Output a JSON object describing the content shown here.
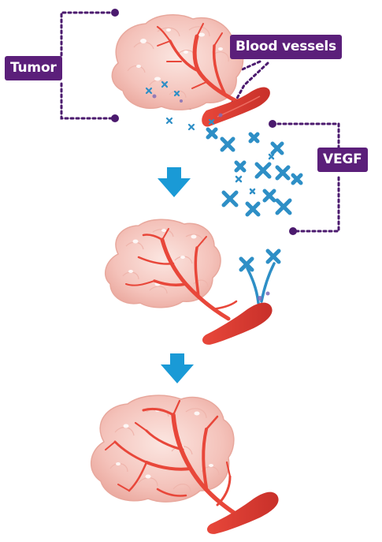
{
  "labels": {
    "tumor": "Tumor",
    "blood_vessels": "Blood vessels",
    "vegf": "VEGF"
  },
  "colors": {
    "label_background": "#5b1f7a",
    "label_text": "#ffffff",
    "leader_dots": "#4b1a6e",
    "tumor_fill": "#f6c9c2",
    "tumor_lobe": "#fbe4df",
    "vessel": "#e8473a",
    "vessel_dark": "#c8302a",
    "vegf": "#2e8fc6",
    "arrow": "#1a9ad6"
  },
  "stages": [
    {
      "name": "stage-1",
      "description_icon": "tumor-with-vessels-and-vegf"
    },
    {
      "name": "stage-2",
      "description_icon": "tumor-with-vessel-sprouting"
    },
    {
      "name": "stage-3",
      "description_icon": "tumor-with-dense-vessels"
    }
  ]
}
